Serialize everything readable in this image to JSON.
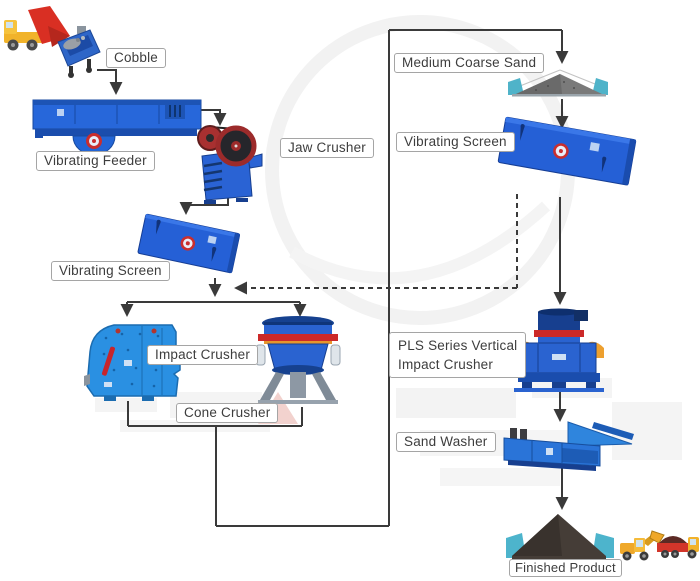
{
  "diagram": {
    "type": "process-flow",
    "subject": "Cobble sand making / crushing production line flow chart",
    "labels": {
      "cobble": "Cobble",
      "vibrating_feeder": "Vibrating Feeder",
      "jaw_crusher": "Jaw Crusher",
      "vibrating_screen_left": "Vibrating Screen",
      "impact_crusher": "Impact Crusher",
      "cone_crusher": "Cone Crusher",
      "medium_coarse_sand": "Medium Coarse Sand",
      "vibrating_screen_right": "Vibrating Screen",
      "pls_line1": "PLS Series Vertical",
      "pls_line2": "Impact Crusher",
      "sand_washer": "Sand Washer",
      "finished_product": "Finished Product"
    },
    "machines": [
      {
        "id": "dump-truck-icon",
        "name": "Dump Truck"
      },
      {
        "id": "feed-hopper-icon",
        "name": "Feed Hopper"
      },
      {
        "id": "vibrating-feeder-icon",
        "name": "Vibrating Feeder"
      },
      {
        "id": "jaw-crusher-icon",
        "name": "Jaw Crusher"
      },
      {
        "id": "vibrating-screen-left-icon",
        "name": "Vibrating Screen"
      },
      {
        "id": "impact-crusher-icon",
        "name": "Impact Crusher"
      },
      {
        "id": "cone-crusher-icon",
        "name": "Cone Crusher"
      },
      {
        "id": "medium-coarse-sand-pile-icon",
        "name": "Medium Coarse Sand Stockpile"
      },
      {
        "id": "vibrating-screen-right-icon",
        "name": "Vibrating Screen"
      },
      {
        "id": "pls-vertical-impact-crusher-icon",
        "name": "PLS Series Vertical Impact Crusher"
      },
      {
        "id": "sand-washer-icon",
        "name": "Sand Washer"
      },
      {
        "id": "finished-product-pile-icon",
        "name": "Finished Product Stockpile"
      },
      {
        "id": "wheel-loader-icon",
        "name": "Wheel Loader"
      },
      {
        "id": "haul-truck-icon",
        "name": "Haul Truck"
      }
    ],
    "flow": {
      "solid_edges": [
        "Cobble -> Vibrating Feeder",
        "Vibrating Feeder -> Jaw Crusher",
        "Jaw Crusher -> Vibrating Screen (left)",
        "Vibrating Screen (left) -> Impact Crusher",
        "Vibrating Screen (left) -> Cone Crusher",
        "Impact Crusher + Cone Crusher -> Medium Coarse Sand",
        "Medium Coarse Sand -> Vibrating Screen (right)",
        "Vibrating Screen (right) -> PLS Series Vertical Impact Crusher",
        "PLS Series Vertical Impact Crusher -> Sand Washer",
        "Sand Washer -> Finished Product"
      ],
      "dashed_edges": [
        "Vibrating Screen (right) -> back to Vibrating Screen (left) outlet (recirculation)"
      ]
    },
    "colors": {
      "machine_blue": "#2a63d4",
      "impact_blue": "#2a90e2",
      "accent_red": "#cc2929",
      "accent_orange": "#eda02f",
      "teal_wall": "#4db4cc",
      "vehicle_yellow": "#f1b32a",
      "connector": "#3a3a3a",
      "label_border": "#a5a5a5",
      "label_text": "#3d3d3d"
    }
  }
}
